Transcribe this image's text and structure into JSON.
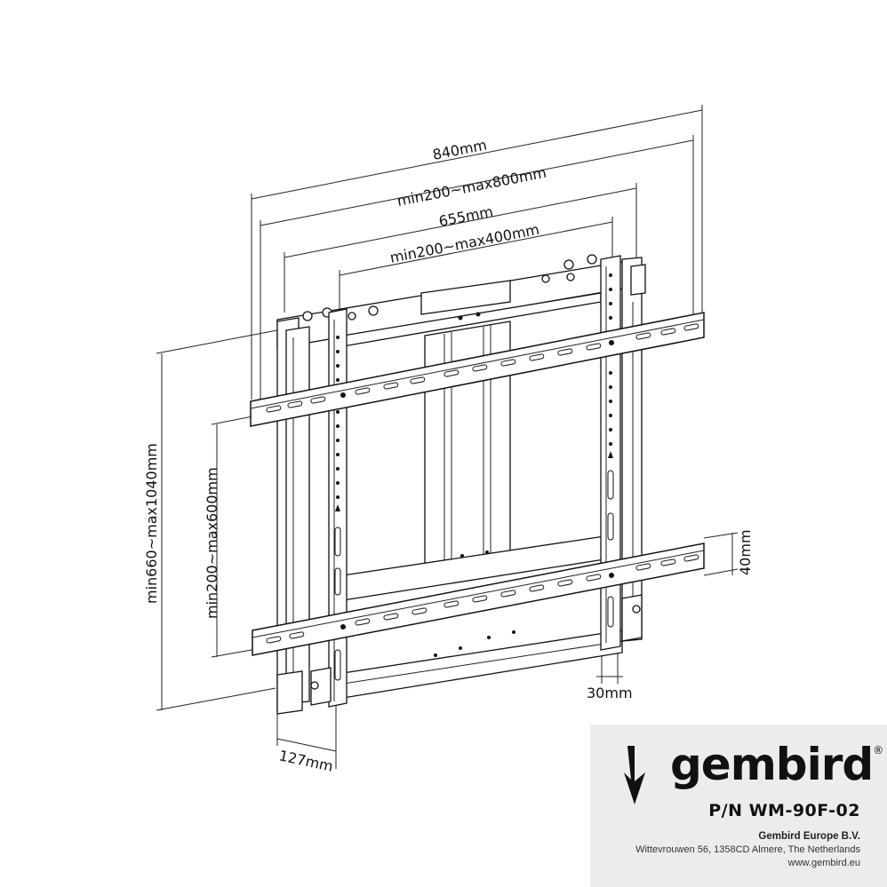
{
  "dimensions": {
    "overall_width": "840mm",
    "horizontal_vesa_range": "min200~max800mm",
    "inner_width": "655mm",
    "inner_vesa_range": "min200~max400mm",
    "overall_height": "min660~max1040mm",
    "vertical_vesa_range": "min200~max600mm",
    "rail_height": "40mm",
    "bracket_width": "30mm",
    "depth": "127mm"
  },
  "brand": {
    "name": "gembird",
    "registered_mark": "®",
    "part_number": "P/N WM-90F-02",
    "company": "Gembird Europe B.V.",
    "address": "Wittevrouwen 56, 1358CD Almere, The Netherlands",
    "website": "www.gembird.eu"
  },
  "colors": {
    "line": "#111111",
    "brand_panel": "#ececec"
  }
}
